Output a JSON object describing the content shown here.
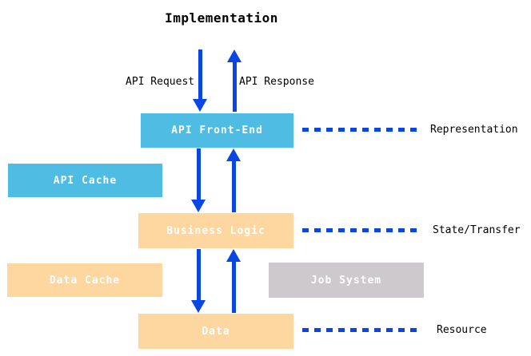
{
  "title": "Implementation",
  "flow_labels": {
    "api_request": "API Request",
    "api_response": "API Response"
  },
  "boxes": {
    "api_front_end": "API Front-End",
    "api_cache": "API Cache",
    "business_logic": "Business Logic",
    "data_cache": "Data Cache",
    "job_system": "Job System",
    "data": "Data"
  },
  "layers": {
    "representation": "Representation",
    "state_transfer": "State/Transfer",
    "resource": "Resource"
  },
  "colors": {
    "arrow-blue": "#0a46e4",
    "box-cyan": "#4fbce4",
    "box-orange": "#fdd6a0",
    "box-gray": "#cdc9cd",
    "box-text": "#ffffff",
    "text": "#000000",
    "background": "#ffffff"
  }
}
